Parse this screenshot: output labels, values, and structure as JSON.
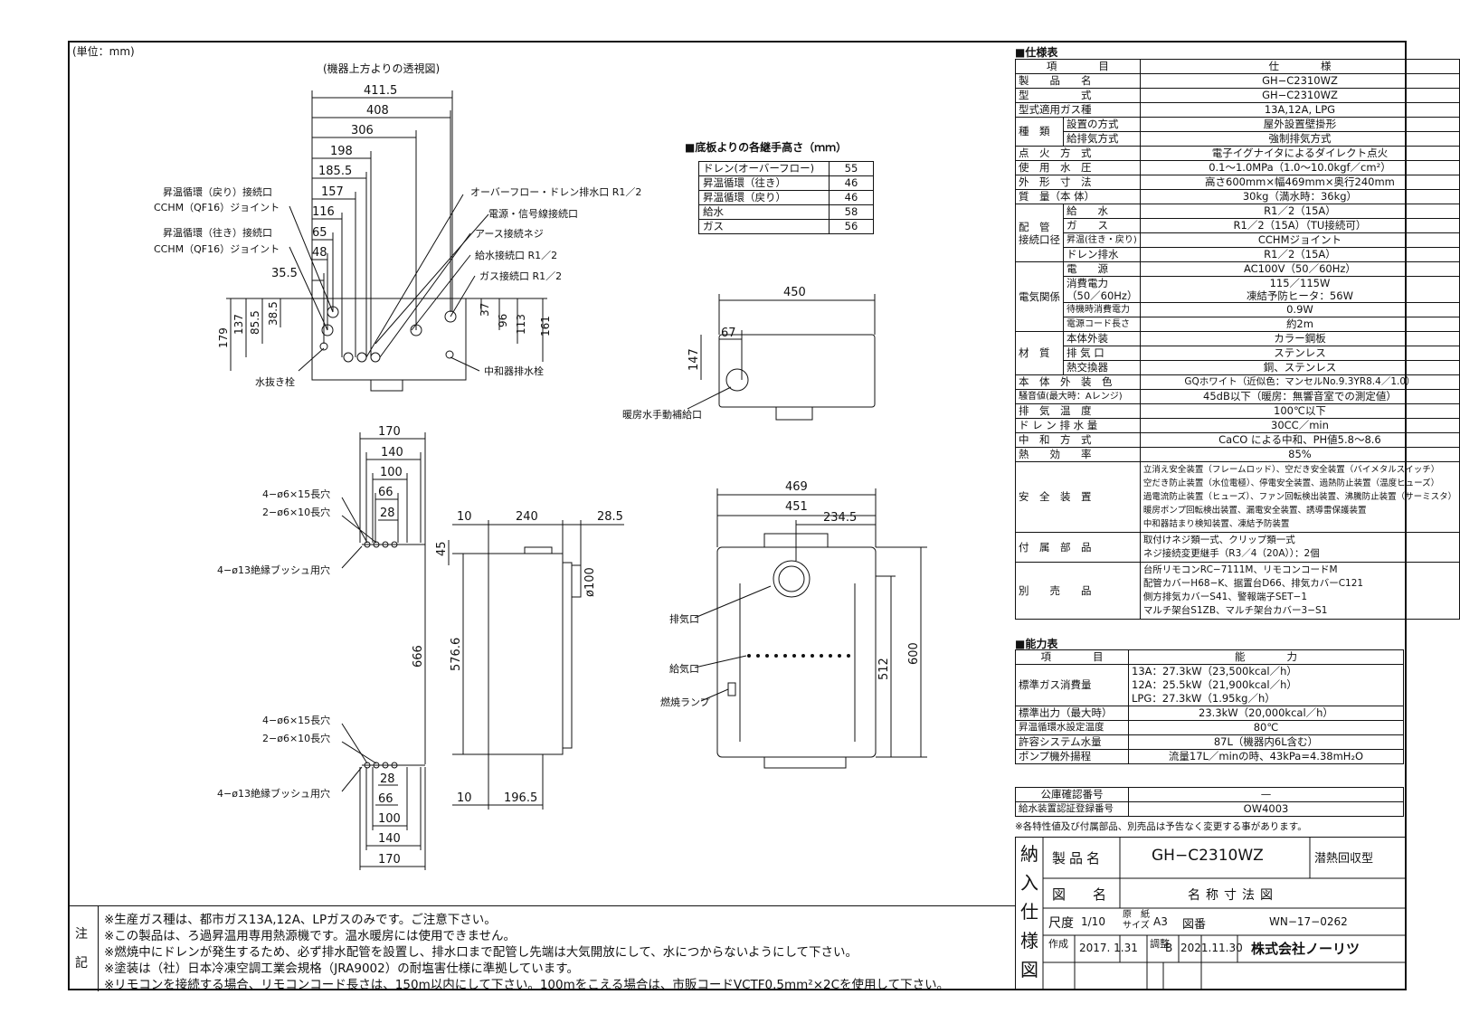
{
  "unit_label": "(単位：mm)",
  "top_view_caption": "(機器上方よりの透視図)",
  "top_dims": [
    "411.5",
    "408",
    "306",
    "198",
    "185.5",
    "157",
    "116",
    "65",
    "48",
    "35.5"
  ],
  "top_side_dims_left": [
    "179",
    "137",
    "85.5",
    "38.5"
  ],
  "top_side_dims_right": [
    "37",
    "96",
    "113",
    "161"
  ],
  "top_labels": {
    "return_conn": "昇温循環（戻り）接続口",
    "return_joint": "CCHM（QF16）ジョイント",
    "supply_conn": "昇温循環（往き）接続口",
    "supply_joint": "CCHM（QF16）ジョイント",
    "drain": "オーバーフロー・ドレン排水口 R1／2",
    "power": "電源・信号線接続口",
    "earth": "アース接続ネジ",
    "water": "給水接続口 R1／2",
    "gas": "ガス接続口 R1／2",
    "plug": "水抜き栓",
    "neutral": "中和器排水栓"
  },
  "bottom_heights": {
    "title": "■底板よりの各継手高さ（ｍｍ）",
    "rows": [
      {
        "name": "ドレン(オーバーフロー)",
        "value": "55"
      },
      {
        "name": "昇温循環（往き）",
        "value": "46"
      },
      {
        "name": "昇温循環（戻り）",
        "value": "46"
      },
      {
        "name": "給水",
        "value": "58"
      },
      {
        "name": "ガス",
        "value": "56"
      }
    ]
  },
  "top_small": {
    "w": "450",
    "d1": "67",
    "d2": "147",
    "label": "暖房水手動補給口"
  },
  "side_view": {
    "top_dims": [
      "170",
      "140",
      "100",
      "66",
      "28"
    ],
    "bottom_dims": [
      "28",
      "66",
      "100",
      "140",
      "170"
    ],
    "holes_top_1": "4−ø6×15長穴",
    "holes_top_2": "2−ø6×10長穴",
    "holes_top_3": "4−ø13絶縁ブッシュ用穴",
    "holes_bot_1": "4−ø6×15長穴",
    "holes_bot_2": "2−ø6×10長穴",
    "holes_bot_3": "4−ø13絶縁ブッシュ用穴",
    "d10a": "10",
    "d240": "240",
    "d285": "28.5",
    "d45": "45",
    "d666": "666",
    "d5766": "576.6",
    "d100": "ø100",
    "d10b": "10",
    "d1965": "196.5"
  },
  "front_view": {
    "w469": "469",
    "w451": "451",
    "w2345": "234.5",
    "h600": "600",
    "h512": "512",
    "exhaust": "排気口",
    "intake": "給気口",
    "lamp": "燃焼ランプ"
  },
  "spec": {
    "title": "■仕様表",
    "header": [
      "項　　　　目",
      "仕　　　　様"
    ],
    "rows": [
      [
        "製　　品　　名",
        "GH−C2310WZ"
      ],
      [
        "型　　　　　式",
        "GH−C2310WZ"
      ],
      [
        "型式適用ガス種",
        "13A,12A, LPG"
      ]
    ],
    "kind": {
      "label": "種　類",
      "rows": [
        [
          "設置の方式",
          "屋外設置壁掛形"
        ],
        [
          "給排気方式",
          "強制排気方式"
        ]
      ]
    },
    "rows2": [
      [
        "点　火　方　式",
        "電子イグナイタによるダイレクト点火"
      ],
      [
        "使　用　水　圧",
        "0.1〜1.0MPa（1.0〜10.0kgf／cm²）"
      ],
      [
        "外　形　寸　法",
        "高さ600mm×幅469mm×奥行240mm"
      ],
      [
        "質　量（本 体）",
        "30kg（満水時：36kg）"
      ]
    ],
    "piping": {
      "label": "配　管\n接続口径",
      "rows": [
        [
          "給　　水",
          "R1／2（15A）"
        ],
        [
          "ガ　　ス",
          "R1／2（15A）（TU接続可）"
        ],
        [
          "昇温(往き・戻り)",
          "CCHMジョイント"
        ],
        [
          "ドレン排水",
          "R1／2（15A）"
        ]
      ]
    },
    "elec": {
      "label": "電気関係",
      "rows": [
        [
          "電　　源",
          "AC100V（50／60Hz）"
        ],
        [
          "消費電力\n（50／60Hz）",
          "115／115W\n凍結予防ヒータ：56W"
        ],
        [
          "待機時消費電力",
          "0.9W"
        ],
        [
          "電源コード長さ",
          "約2m"
        ]
      ]
    },
    "mat": {
      "label": "材　質",
      "rows": [
        [
          "本体外装",
          "カラー鋼板"
        ],
        [
          "排 気 口",
          "ステンレス"
        ],
        [
          "熱交換器",
          "銅、ステンレス"
        ]
      ]
    },
    "rows3": [
      [
        "本　体　外　装　色",
        "GQホワイト（近似色：マンセルNo.9.3YR8.4／1.0）"
      ],
      [
        "騒音値(最大時：Aレンジ)",
        "45dB以下（暖房：無響音室での測定値）"
      ],
      [
        "排　気　温　度",
        "100℃以下"
      ],
      [
        "ド レ ン 排 水 量",
        "30CC／min"
      ],
      [
        "中　和　方　式",
        "CaCO による中和、PH値5.8〜8.6"
      ],
      [
        "熱　　効　　率",
        "85%"
      ]
    ],
    "safety": {
      "label": "安　全　装　置",
      "lines": [
        "立消え安全装置（フレームロッド）、空だき安全装置（バイメタルスイッチ）",
        "空だき防止装置（水位電極）、停電安全装置、過熱防止装置（温度ヒューズ）",
        "過電流防止装置（ヒューズ）、ファン回転検出装置、沸騰防止装置（サーミスタ）",
        "暖房ポンプ回転検出装置、漏電安全装置、誘導雷保護装置",
        "中和器詰まり検知装置、凍結予防装置"
      ]
    },
    "accessory": {
      "label": "付　属　部　品",
      "lines": [
        "取付けネジ類一式、クリップ類一式",
        "ネジ接続変更継手（R3／4（20A））：2個"
      ]
    },
    "separate": {
      "label": "別　　売　　品",
      "lines": [
        "台所リモコンRC−7111M、リモコンコードM",
        "配管カバーH68−K、据置台D66、排気カバーC121",
        "側方排気カバーS41、警報端子SET−1",
        "マルチ架台S1ZB、マルチ架台カバー3−S1"
      ]
    }
  },
  "capacity": {
    "title": "■能力表",
    "header": [
      "項　　　　目",
      "能　　　　力"
    ],
    "gas_label": "標準ガス消費量",
    "gas_lines": [
      "13A：27.3kW（23,500kcal／h）",
      "12A：25.5kW（21,900kcal／h）",
      "LPG：27.3kW（1.95kg／h）"
    ],
    "rows": [
      [
        "標準出力（最大時）",
        "23.3kW（20,000kcal／h）"
      ],
      [
        "昇温循環水設定温度",
        "80℃"
      ],
      [
        "許容システム水量",
        "87L（機器内6L含む）"
      ],
      [
        "ポンプ機外揚程",
        "流量17L／minの時、43kPa=4.38mH₂O"
      ]
    ]
  },
  "misc": [
    [
      "公庫確認番号",
      "—"
    ],
    [
      "給水装置認証登録番号",
      "OW4003"
    ]
  ],
  "notice": "※各特性値及び付属部品、別売品は予告なく変更する事があります。",
  "titleblock": {
    "side": [
      "納",
      "入",
      "仕",
      "様",
      "図"
    ],
    "product_label": "製品名",
    "product": "GH−C2310WZ",
    "type": "潜熱回収型",
    "drawing_label": "図　　名",
    "drawing": "名称寸法図",
    "scale_label": "尺度",
    "scale": "1/10",
    "paper_label1": "原　紙",
    "paper_label2": "サイズ",
    "paper": "A3",
    "num_label": "図番",
    "num": "WN−17−0262",
    "made_label": "作成",
    "made": "2017. 1.31",
    "adj_label": "調整",
    "rev": "B",
    "adj": "2021.11.30",
    "company": "株式会社ノーリツ"
  },
  "notes": {
    "label": [
      "注",
      "記"
    ],
    "lines": [
      "※生産ガス種は、都市ガス13A,12A、LPガスのみです。ご注意下さい。",
      "※この製品は、ろ過昇温用専用熱源機です。温水暖房には使用できません。",
      "※燃焼中にドレンが発生するため、必ず排水配管を設置し、排水口まで配管し先端は大気開放にして、水につからないようにして下さい。",
      "※塗装は（社）日本冷凍空調工業会規格（JRA9002）の耐塩害仕様に準拠しています。",
      "※リモコンを接続する場合、リモコンコード長さは、150m以内にして下さい。100mをこえる場合は、市販コードVCTF0.5mm²×2Cを使用して下さい。"
    ]
  }
}
